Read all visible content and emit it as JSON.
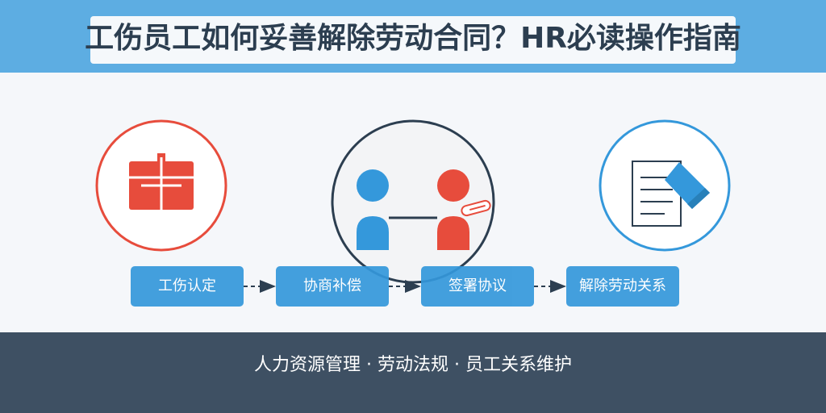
{
  "header": {
    "title": "工伤员工如何妥善解除劳动合同？HR必读操作指南"
  },
  "process": {
    "steps": [
      {
        "label": "工伤认定"
      },
      {
        "label": "协商补偿"
      },
      {
        "label": "签署协议"
      },
      {
        "label": "解除劳动关系"
      }
    ]
  },
  "icons": {
    "first_aid": "first-aid-kit-icon",
    "negotiation": "two-people-negotiation-icon",
    "contract": "document-pen-icon"
  },
  "colors": {
    "header_band": "#5dade2",
    "title_text": "#2c3e50",
    "step_box": "#3498db",
    "red": "#e74c3c",
    "blue": "#3498db",
    "dark": "#2c3e50",
    "footer": "#3e5063"
  },
  "footer": {
    "text": "人力资源管理 · 劳动法规 · 员工关系维护"
  }
}
